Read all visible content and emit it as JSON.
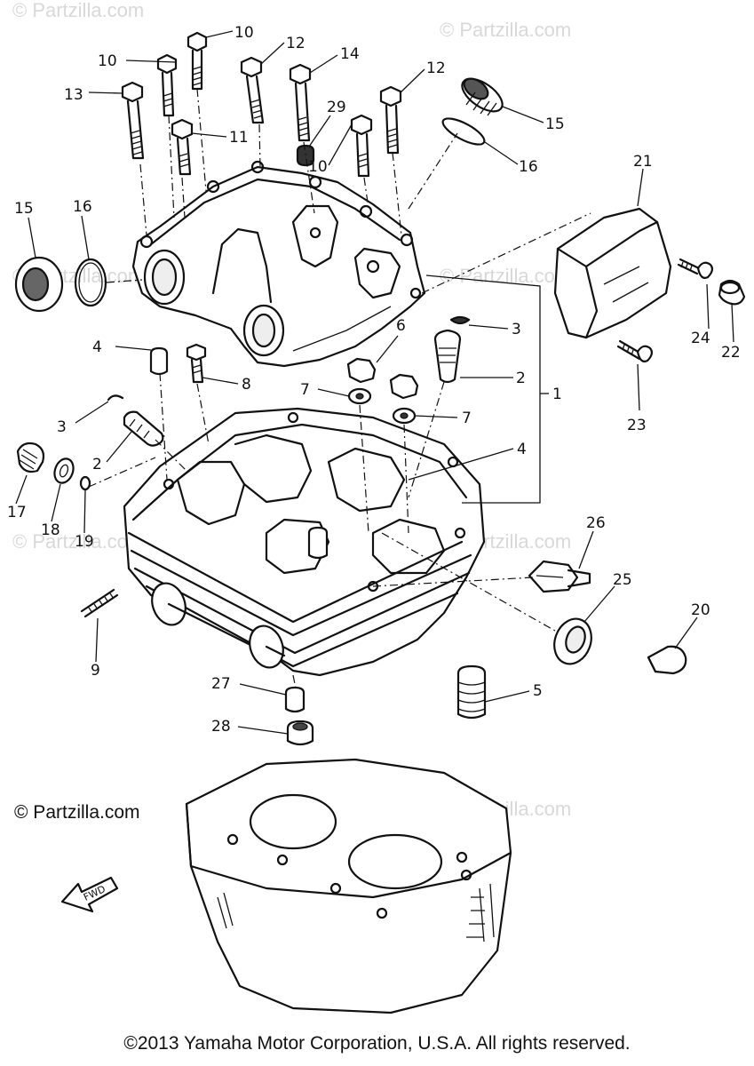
{
  "watermark_text": "© Partzilla.com",
  "copyright_partzilla": "© Partzilla.com",
  "copyright_yamaha": "©2013 Yamaha Motor Corporation, U.S.A. All rights reserved.",
  "fwd_label": "FWD",
  "callouts": [
    "10",
    "10",
    "12",
    "14",
    "12",
    "13",
    "11",
    "29",
    "10",
    "15",
    "16",
    "15",
    "16",
    "21",
    "24",
    "22",
    "23",
    "3",
    "2",
    "1",
    "4",
    "6",
    "8",
    "7",
    "7",
    "3",
    "2",
    "4",
    "17",
    "18",
    "19",
    "26",
    "25",
    "9",
    "20",
    "27",
    "5",
    "28"
  ]
}
